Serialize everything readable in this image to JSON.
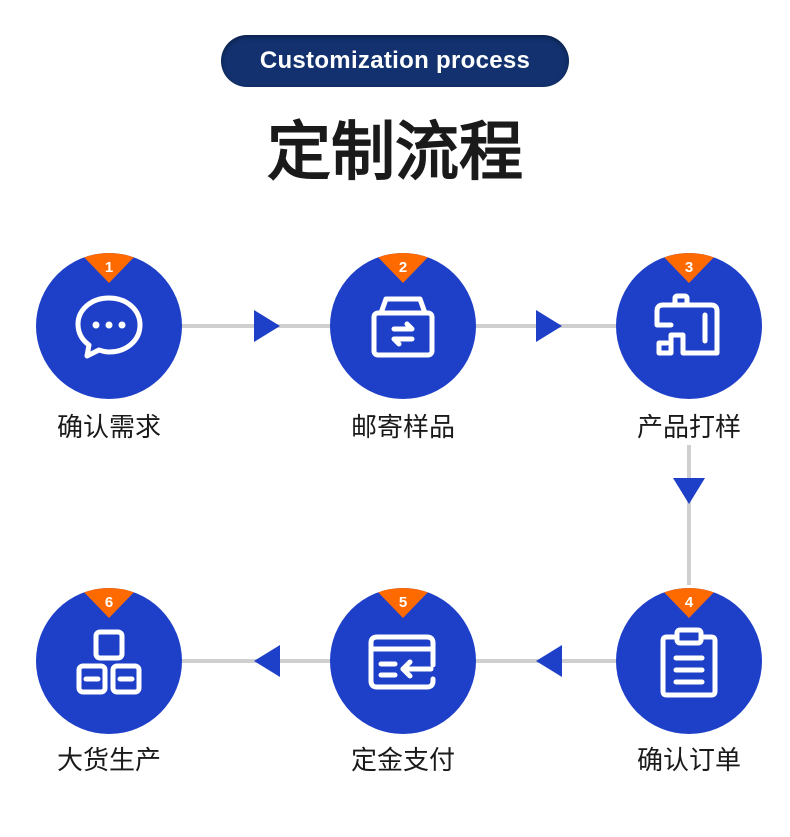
{
  "header": {
    "english_title": "Customization process",
    "chinese_title": "定制流程"
  },
  "colors": {
    "pill": "#12316e",
    "circle": "#1e3fc8",
    "badge": "#ff6a00",
    "connector": "#cfcfcf"
  },
  "steps": [
    {
      "number": "1",
      "label": "确认需求",
      "icon": "chat-bubble-icon"
    },
    {
      "number": "2",
      "label": "邮寄样品",
      "icon": "package-box-icon"
    },
    {
      "number": "3",
      "label": "产品打样",
      "icon": "sewing-machine-icon"
    },
    {
      "number": "4",
      "label": "确认订单",
      "icon": "clipboard-icon"
    },
    {
      "number": "5",
      "label": "定金支付",
      "icon": "payment-card-icon"
    },
    {
      "number": "6",
      "label": "大货生产",
      "icon": "stacked-boxes-icon"
    }
  ]
}
